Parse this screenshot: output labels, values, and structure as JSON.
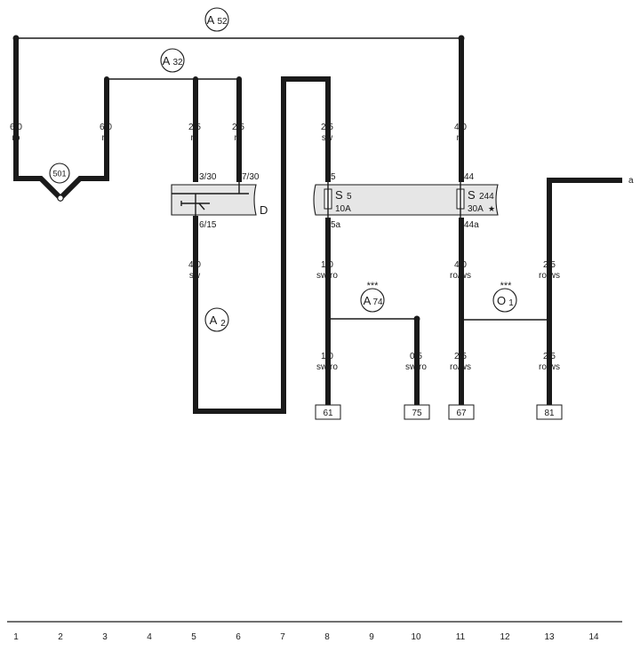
{
  "connectors": [
    {
      "id": "A52",
      "letter": "A",
      "num": "52"
    },
    {
      "id": "A32",
      "letter": "A",
      "num": "32"
    },
    {
      "id": "A2",
      "letter": "A",
      "num": "2"
    },
    {
      "id": "A74",
      "letter": "A",
      "num": "74"
    },
    {
      "id": "O1",
      "letter": "O",
      "num": "1"
    }
  ],
  "ground_point": "501",
  "stars": [
    "***",
    "***"
  ],
  "wires": [
    {
      "size": "6,0",
      "color": "ro"
    },
    {
      "size": "6,0",
      "color": "ro"
    },
    {
      "size": "2,5",
      "color": "ro"
    },
    {
      "size": "2,5",
      "color": "ro"
    },
    {
      "size": "2,5",
      "color": "sw"
    },
    {
      "size": "4,0",
      "color": "ro"
    },
    {
      "size": "4,0",
      "color": "sw"
    },
    {
      "size": "1,0",
      "color": "sw/ro"
    },
    {
      "size": "4,0",
      "color": "ro/ws"
    },
    {
      "size": "2,5",
      "color": "ro/ws"
    },
    {
      "size": "1,0",
      "color": "sw/ro"
    },
    {
      "size": "0,5",
      "color": "sw/ro"
    },
    {
      "size": "2,5",
      "color": "ro/ws"
    },
    {
      "size": "2,5",
      "color": "ro/ws"
    }
  ],
  "switch": {
    "label": "D",
    "pins": [
      "3/30",
      "7/30",
      "6/15"
    ]
  },
  "fuse_box": {
    "fuses": [
      {
        "letter": "S",
        "num": "5",
        "rating": "10A",
        "pin_in": "5",
        "pin_out": "5a"
      },
      {
        "letter": "S",
        "num": "244",
        "rating": "30A",
        "marker": "★",
        "pin_in": "44",
        "pin_out": "44a"
      }
    ]
  },
  "terminals": [
    "61",
    "75",
    "67",
    "81"
  ],
  "edge_marker": "a",
  "grid_numbers": [
    "1",
    "2",
    "3",
    "4",
    "5",
    "6",
    "7",
    "8",
    "9",
    "10",
    "11",
    "12",
    "13",
    "14"
  ]
}
